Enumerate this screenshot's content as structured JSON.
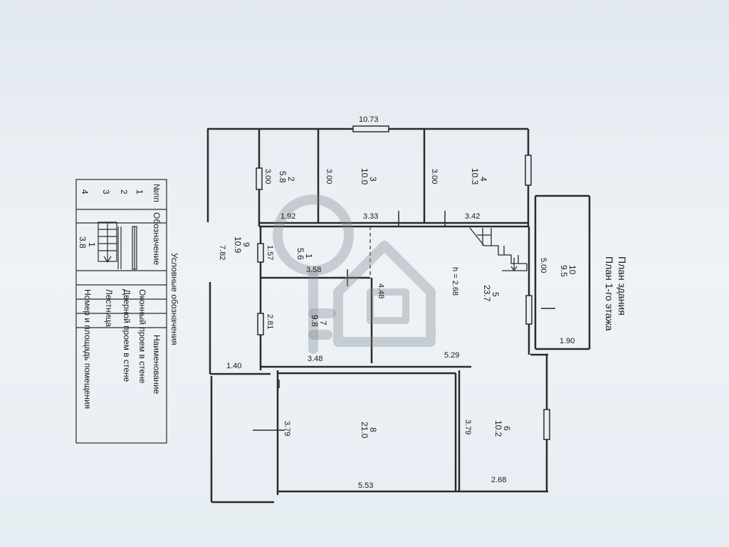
{
  "titles": {
    "line1": "План здания",
    "line2": "План 1-го этажа"
  },
  "height_label": "h = 2.68",
  "rooms": [
    {
      "num": "1",
      "area": "5.6"
    },
    {
      "num": "2",
      "area": "5.8"
    },
    {
      "num": "3",
      "area": "10.0"
    },
    {
      "num": "4",
      "area": "10.3"
    },
    {
      "num": "5",
      "area": "23.7"
    },
    {
      "num": "6",
      "area": "10.2"
    },
    {
      "num": "7",
      "area": "9.8"
    },
    {
      "num": "8",
      "area": "21.0"
    },
    {
      "num": "9",
      "area": "10.9"
    },
    {
      "num": "10",
      "area": "9.5"
    }
  ],
  "dimensions": {
    "top": "10.73",
    "r2_w": "3.00",
    "r3_w": "3.00",
    "r4_w": "3.00",
    "r2_l": "1.92",
    "r3_l": "3.33",
    "r4_l": "3.42",
    "r1_w": "1.57",
    "r1_l": "3.58",
    "r9_l": "7.82",
    "r10_w": "5.00",
    "r10_l": "1.90",
    "r5_w": "4.48",
    "r7_w": "2.81",
    "r7_l": "3.48",
    "r5_l": "5.29",
    "r9_w": "1.40",
    "r8_w": "3.79",
    "r6_w": "3.79",
    "r8_l": "5.53",
    "r6_l": "2.68"
  },
  "legend": {
    "title": "Условные обозначения",
    "header": {
      "col1": "№пп",
      "col2": "Обозначение",
      "col3": "Наименование"
    },
    "rows": [
      {
        "n": "1",
        "name": "Оконный проем в стене"
      },
      {
        "n": "2",
        "name": "Дверной проем в стене"
      },
      {
        "n": "3",
        "name": "Лестница"
      },
      {
        "n": "4",
        "name": "Номер и площадь помещения",
        "sample_num": "1",
        "sample_area": "3.8"
      }
    ]
  }
}
